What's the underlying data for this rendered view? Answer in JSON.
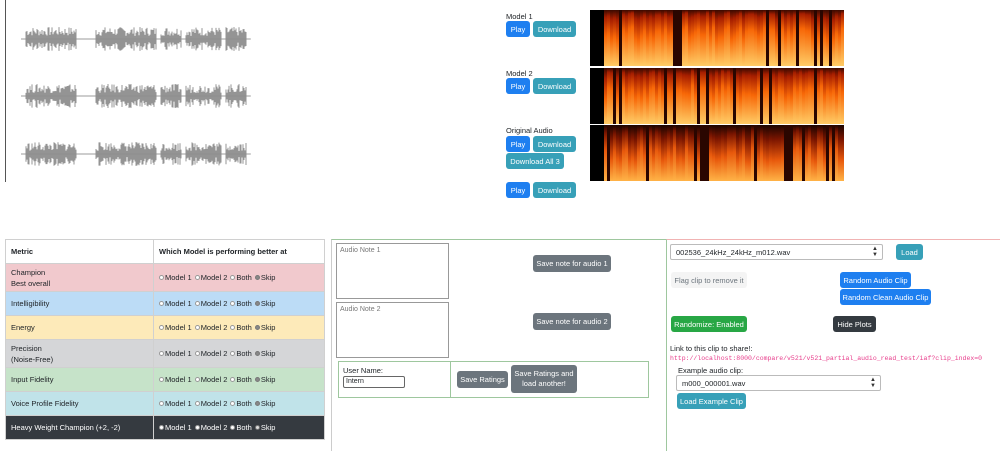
{
  "models": [
    {
      "label": "Model 1",
      "play": "Play",
      "download": "Download"
    },
    {
      "label": "Model 2",
      "play": "Play",
      "download": "Download"
    },
    {
      "label": "Original Audio",
      "play": "Play",
      "download": "Download",
      "download_all": "Download All 3"
    }
  ],
  "extra_play": "Play",
  "extra_download": "Download",
  "table": {
    "headers": [
      "Metric",
      "Which Model is performing better at"
    ],
    "rows": [
      {
        "metric": "Champion",
        "sub": "Best overall",
        "bg": "#f1c9cd",
        "selected": "Skip"
      },
      {
        "metric": "Intelligibility",
        "sub": "",
        "bg": "#bcdcf6",
        "selected": "Skip"
      },
      {
        "metric": "Energy",
        "sub": "",
        "bg": "#fdeab9",
        "selected": "Skip"
      },
      {
        "metric": "Precision",
        "sub": "(Noise-Free)",
        "bg": "#d5d6d8",
        "selected": "Skip"
      },
      {
        "metric": "Input Fidelity",
        "sub": "",
        "bg": "#c6e3c9",
        "selected": "Skip"
      },
      {
        "metric": "Voice Profile Fidelity",
        "sub": "",
        "bg": "#c0e3e9",
        "selected": "Skip"
      },
      {
        "metric": "Heavy Weight Champion (+2, -2)",
        "sub": "",
        "bg": "#353a40",
        "selected": "Skip"
      }
    ],
    "options": [
      "Model 1",
      "Model 2",
      "Both",
      "Skip"
    ]
  },
  "notes": {
    "note1_placeholder": "Audio Note 1",
    "note2_placeholder": "Audio Note 2",
    "save1": "Save note for audio 1",
    "save2": "Save note for audio 2",
    "user_label": "User Name:",
    "user_value": "Intern",
    "save_ratings": "Save Ratings",
    "save_load": "Save Ratings and load another!"
  },
  "controls": {
    "clip_select": "002536_24kHz_24kHz_m012.wav",
    "load": "Load",
    "flag": "Flag clip to remove it",
    "random_clip": "Random Audio Clip",
    "random_clean": "Random Clean Audio Clip",
    "randomize": "Randomize: Enabled",
    "hide_plots": "Hide Plots",
    "share_label": "Link to this clip to share!:",
    "share_url": "http://localhost:8000/compare/v521/v521_partial_audio_read_test/iaf?clip_index=0",
    "example_label": "Example audio clip:",
    "example_select": "m000_000001.wav",
    "load_example": "Load Example Clip"
  }
}
